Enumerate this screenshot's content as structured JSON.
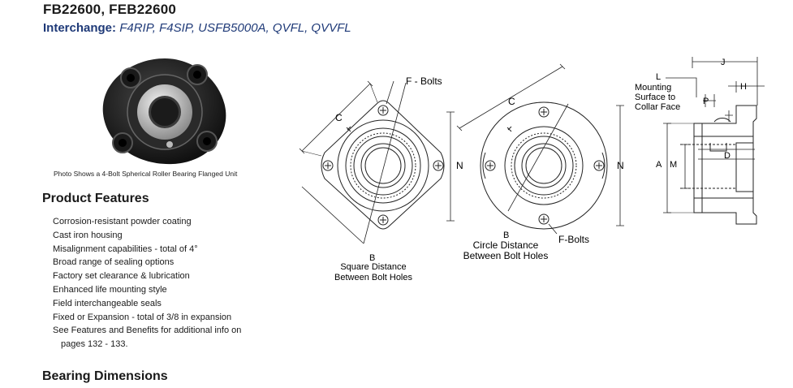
{
  "header": {
    "title": "FB22600, FEB22600",
    "interchange_label": "Interchange:",
    "interchange_values": "F4RIP, F4SIP, USFB5000A, QVFL, QVVFL"
  },
  "photo": {
    "caption": "Photo Shows a 4-Bolt  Spherical Roller Bearing Flanged Unit"
  },
  "features": {
    "heading": "Product Features",
    "items": [
      "Corrosion-resistant powder coating",
      "Cast iron housing",
      "Misalignment capabilities - total of 4°",
      "Broad range of sealing options",
      "Factory set clearance & lubrication",
      "Enhanced life mounting style",
      "Field interchangeable seals",
      "Fixed or Expansion - total of 3/8 in expansion",
      "See Features and Benefits for additional info on",
      "pages 132 - 133."
    ]
  },
  "dimensions": {
    "heading": "Bearing Dimensions"
  },
  "diagrams": {
    "square": {
      "label_c": "C",
      "label_n": "N",
      "label_b": "B",
      "label_bolts": "F - Bolts",
      "caption_line1": "Square Distance",
      "caption_line2": "Between Bolt Holes"
    },
    "round": {
      "label_c": "C",
      "label_n": "N",
      "label_b": "B",
      "label_bolts": "F-Bolts",
      "caption_line1": "Circle Distance",
      "caption_line2": "Between Bolt Holes"
    },
    "side": {
      "label_l": "L",
      "label_j": "J",
      "label_h": "H",
      "label_p": "P",
      "label_d": "D",
      "label_a": "A",
      "label_m": "M",
      "mounting_line1": "Mounting",
      "mounting_line2": "Surface to",
      "mounting_line3": "Collar Face"
    }
  }
}
